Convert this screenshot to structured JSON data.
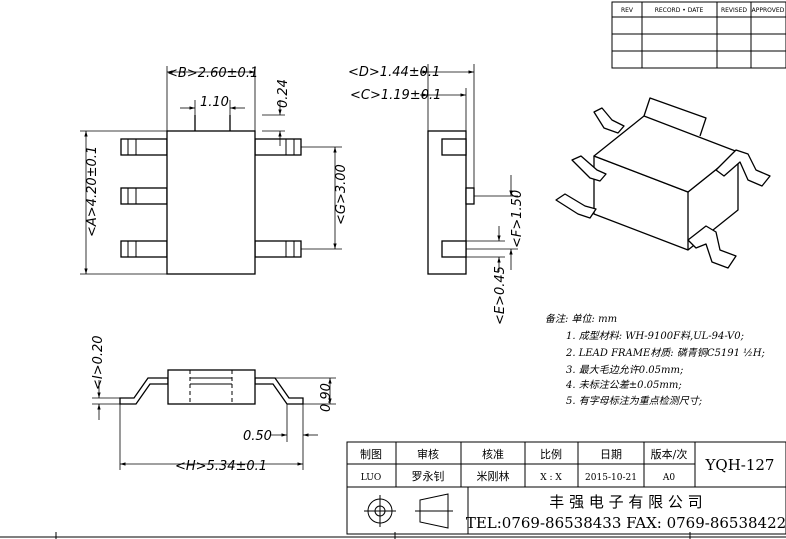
{
  "revision_table": {
    "headers": [
      "REV",
      "RECORD • DATE",
      "REVISED",
      "APPROVED"
    ]
  },
  "dimensions": {
    "b_width": "<B>2.60±0.1",
    "center_gap": "1.10",
    "lead_thickness_top": "0.24",
    "a_length": "<A>4.20±0.1",
    "g_pitch": "<G>3.00",
    "d_height": "<D>1.44±0.1",
    "c_height": "<C>1.19±0.1",
    "f_pitch": "<F>1.50",
    "e_lead": "<E>0.45",
    "i_thick": "<I>0.20",
    "h_span": "<H>5.34±0.1",
    "foot": "0.50",
    "standoff": "0.90"
  },
  "notes": {
    "title": "备注:   单位: mm",
    "items": [
      "1.  成型材料: WH-9100F料,UL-94-V0;",
      "2.  LEAD  FRAME材质: 磷青铜C5191 ½H;",
      "3.  最大毛边允许0.05mm;",
      "4.  未标注公差±0.05mm;",
      "5.  有字母标注为重点检测尺寸;"
    ]
  },
  "title_block": {
    "headers": [
      "制图",
      "审核",
      "核准",
      "比例",
      "日期",
      "版本/次"
    ],
    "values": [
      "LUO",
      "罗永钊",
      "米刚林",
      "X : X",
      "2015-10-21",
      "A0"
    ],
    "part_no": "YQH-127",
    "company": "丰 强 电 子 有 限 公 司",
    "contact": "TEL:0769-86538433 FAX: 0769-86538422"
  }
}
